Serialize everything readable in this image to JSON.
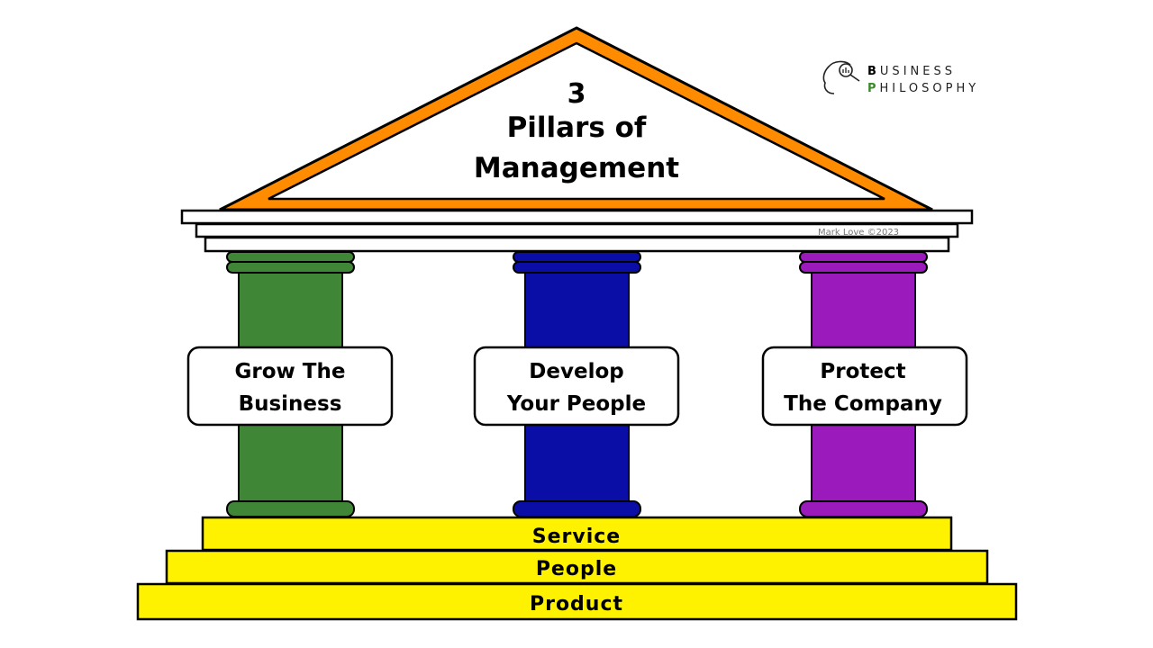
{
  "roof": {
    "number": "3",
    "line1": "Pillars of",
    "line2": "Management",
    "fill": "#ff8c00"
  },
  "credit": "Mark Love ©2023",
  "logo": {
    "line1_initial": "B",
    "line1_rest": "USINESS",
    "line2_initial": "P",
    "line2_rest": "HILOSOPHY",
    "accent": "#3a8a2a"
  },
  "pillars": [
    {
      "line1": "Grow The",
      "line2": "Business",
      "color": "#3f8736"
    },
    {
      "line1": "Develop",
      "line2": "Your People",
      "color": "#0b0ea6"
    },
    {
      "line1": "Protect",
      "line2": "The Company",
      "color": "#9b1abb"
    }
  ],
  "steps": [
    {
      "label": "Service"
    },
    {
      "label": "People"
    },
    {
      "label": "Product"
    }
  ],
  "step_color": "#fff200"
}
